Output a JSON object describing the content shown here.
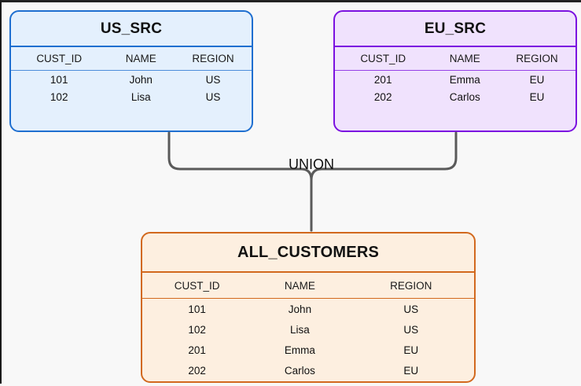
{
  "diagram": {
    "background_color": "#f8f8f8",
    "operation_label": "UNION",
    "connector_color": "#5a5a5a"
  },
  "tables": {
    "us_src": {
      "title": "US_SRC",
      "border_color": "#1f6fd0",
      "fill_color": "#e4f0fd",
      "columns": [
        "CUST_ID",
        "NAME",
        "REGION"
      ],
      "rows": [
        [
          "101",
          "John",
          "US"
        ],
        [
          "102",
          "Lisa",
          "US"
        ]
      ]
    },
    "eu_src": {
      "title": "EU_SRC",
      "border_color": "#7b11e0",
      "fill_color": "#f0e2fd",
      "columns": [
        "CUST_ID",
        "NAME",
        "REGION"
      ],
      "rows": [
        [
          "201",
          "Emma",
          "EU"
        ],
        [
          "202",
          "Carlos",
          "EU"
        ]
      ]
    },
    "all_customers": {
      "title": "ALL_CUSTOMERS",
      "border_color": "#d2691e",
      "fill_color": "#fdefe0",
      "columns": [
        "CUST_ID",
        "NAME",
        "REGION"
      ],
      "rows": [
        [
          "101",
          "John",
          "US"
        ],
        [
          "102",
          "Lisa",
          "US"
        ],
        [
          "201",
          "Emma",
          "EU"
        ],
        [
          "202",
          "Carlos",
          "EU"
        ]
      ]
    }
  }
}
